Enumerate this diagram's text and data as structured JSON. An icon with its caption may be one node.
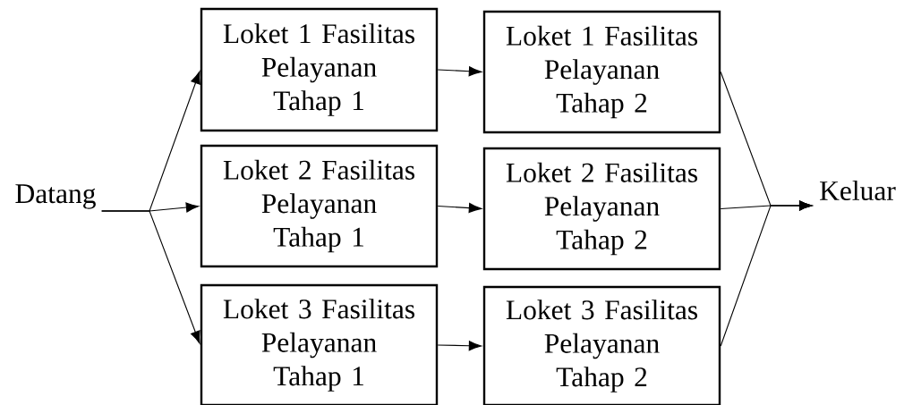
{
  "diagram": {
    "nodes": [
      {
        "text": [
          "Datang"
        ]
      },
      {
        "text": [
          "Loket 1 Fasilitas Pelayanan Tahap 1"
        ]
      },
      {
        "text": [
          "Loket 2 Fasilitas Pelayanan Tahap 1"
        ]
      },
      {
        "text": [
          "Loket 3 Fasilitas Pelayanan Tahap 1"
        ]
      },
      {
        "text": [
          "Loket 1 Fasilitas Pelayanan Tahap 2"
        ]
      },
      {
        "text": [
          "Loket 2 Fasilitas Pelayanan Tahap 2"
        ]
      },
      {
        "text": [
          "Loket 3 Fasilitas Pelayanan Tahap 2"
        ]
      },
      {
        "text": [
          "Keluar"
        ]
      }
    ],
    "edges": [
      {
        "from": 0,
        "to": 1,
        "arrow": "to"
      },
      {
        "from": 0,
        "to": 2,
        "arrow": "to"
      },
      {
        "from": 0,
        "to": 3,
        "arrow": "to"
      },
      {
        "from": 1,
        "to": 4,
        "arrow": "to"
      },
      {
        "from": 2,
        "to": 5,
        "arrow": "to"
      },
      {
        "from": 3,
        "to": 6,
        "arrow": "to"
      },
      {
        "from": 4,
        "to": 7,
        "arrow": "to"
      },
      {
        "from": 5,
        "to": 7,
        "arrow": "to"
      },
      {
        "from": 6,
        "to": 7,
        "arrow": "to"
      }
    ]
  }
}
